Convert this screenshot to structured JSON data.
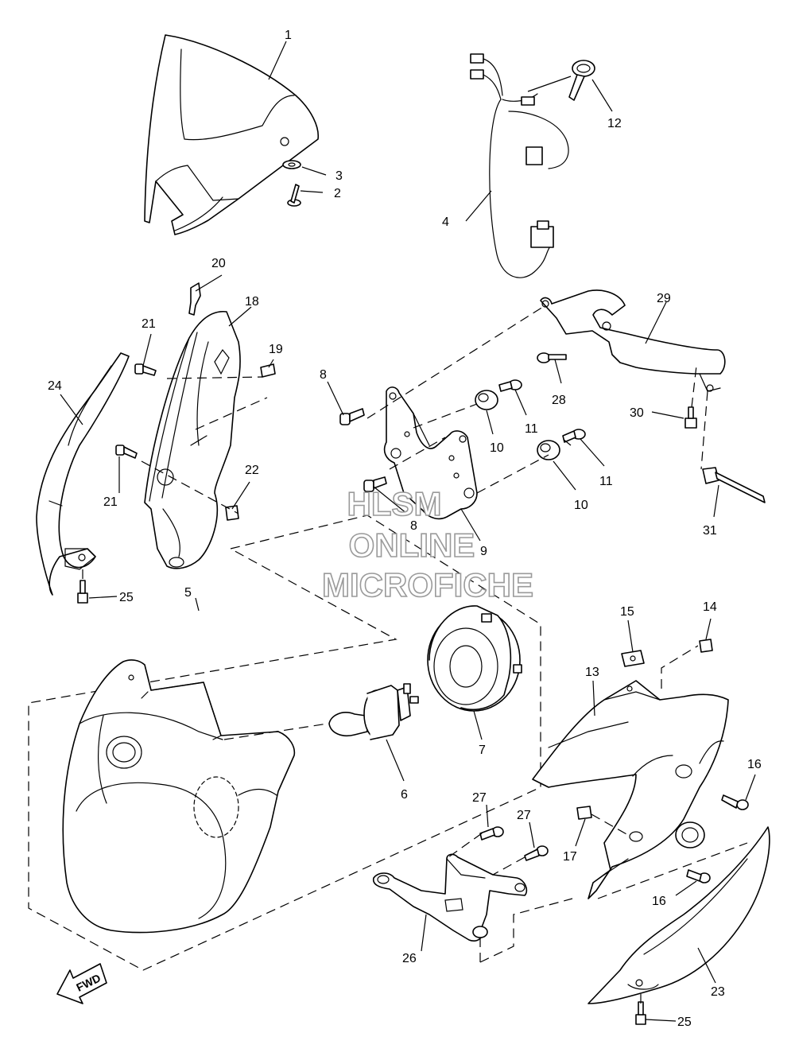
{
  "watermark": {
    "line1": "HLSM",
    "line2": "ONLINE",
    "line3": "MICROFICHE"
  },
  "fwd_label": "FWD",
  "callouts": [
    {
      "id": "c1",
      "label": "1"
    },
    {
      "id": "c2",
      "label": "2"
    },
    {
      "id": "c3",
      "label": "3"
    },
    {
      "id": "c4",
      "label": "4"
    },
    {
      "id": "c5",
      "label": "5"
    },
    {
      "id": "c6",
      "label": "6"
    },
    {
      "id": "c7",
      "label": "7"
    },
    {
      "id": "c8a",
      "label": "8"
    },
    {
      "id": "c8b",
      "label": "8"
    },
    {
      "id": "c9",
      "label": "9"
    },
    {
      "id": "c10a",
      "label": "10"
    },
    {
      "id": "c10b",
      "label": "10"
    },
    {
      "id": "c11a",
      "label": "11"
    },
    {
      "id": "c11b",
      "label": "11"
    },
    {
      "id": "c12",
      "label": "12"
    },
    {
      "id": "c13",
      "label": "13"
    },
    {
      "id": "c14",
      "label": "14"
    },
    {
      "id": "c15",
      "label": "15"
    },
    {
      "id": "c16a",
      "label": "16"
    },
    {
      "id": "c16b",
      "label": "16"
    },
    {
      "id": "c17",
      "label": "17"
    },
    {
      "id": "c18",
      "label": "18"
    },
    {
      "id": "c19",
      "label": "19"
    },
    {
      "id": "c20",
      "label": "20"
    },
    {
      "id": "c21a",
      "label": "21"
    },
    {
      "id": "c21b",
      "label": "21"
    },
    {
      "id": "c22",
      "label": "22"
    },
    {
      "id": "c23",
      "label": "23"
    },
    {
      "id": "c24",
      "label": "24"
    },
    {
      "id": "c25a",
      "label": "25"
    },
    {
      "id": "c25b",
      "label": "25"
    },
    {
      "id": "c26",
      "label": "26"
    },
    {
      "id": "c27a",
      "label": "27"
    },
    {
      "id": "c27b",
      "label": "27"
    },
    {
      "id": "c28",
      "label": "28"
    },
    {
      "id": "c29",
      "label": "29"
    },
    {
      "id": "c30",
      "label": "30"
    },
    {
      "id": "c31",
      "label": "31"
    }
  ]
}
